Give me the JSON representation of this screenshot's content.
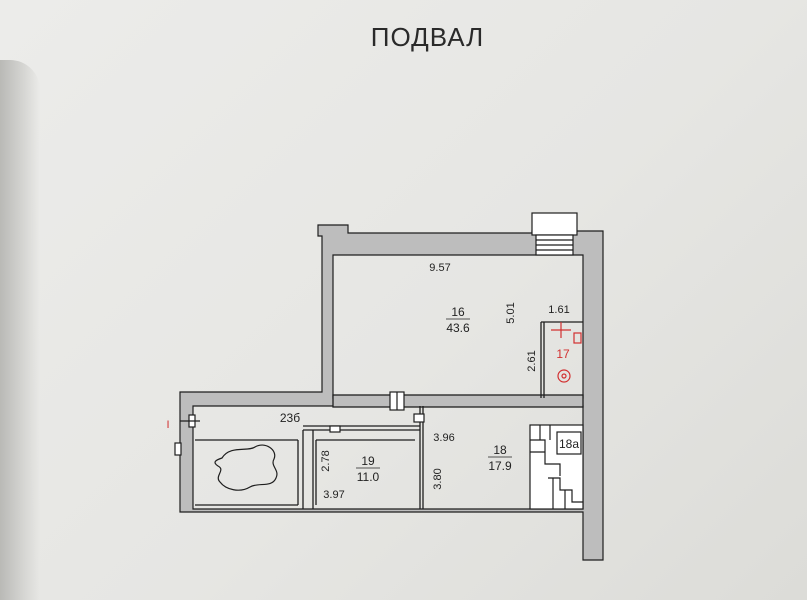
{
  "title": "ПОДВАЛ",
  "section_marker": "I",
  "rooms": [
    {
      "number": "16",
      "area": "43.6"
    },
    {
      "number": "17",
      "area": ""
    },
    {
      "number": "18",
      "area": "17.9"
    },
    {
      "number": "18а",
      "area": ""
    },
    {
      "number": "19",
      "area": "11.0"
    },
    {
      "number": "23б",
      "area": ""
    }
  ],
  "dimensions": [
    "9.57",
    "5.01",
    "1.61",
    "2.61",
    "3.96",
    "3.80",
    "2.78",
    "3.97"
  ],
  "colors": {
    "wall": "#bdbdbd",
    "line": "#1e1e1e",
    "marker": "#d23030"
  }
}
